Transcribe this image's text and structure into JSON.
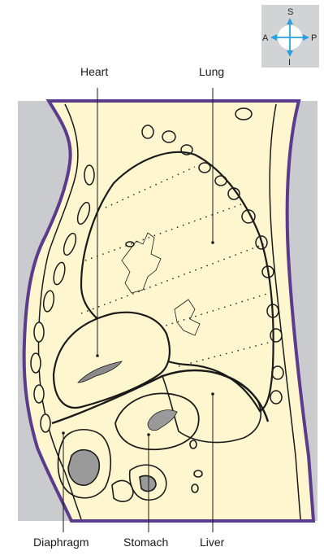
{
  "labels": {
    "heart": "Heart",
    "lung": "Lung",
    "diaphragm": "Diaphragm",
    "stomach": "Stomach",
    "liver": "Liver"
  },
  "orientation": {
    "superior": "S",
    "inferior": "I",
    "anterior": "A",
    "posterior": "P"
  },
  "colors": {
    "panel_gray": "#c9cbce",
    "tissue_cream": "#fdf6cf",
    "skin_purple": "#5b3b8c",
    "compass_blue": "#2aa0e0",
    "outline": "#1a1a1a"
  }
}
